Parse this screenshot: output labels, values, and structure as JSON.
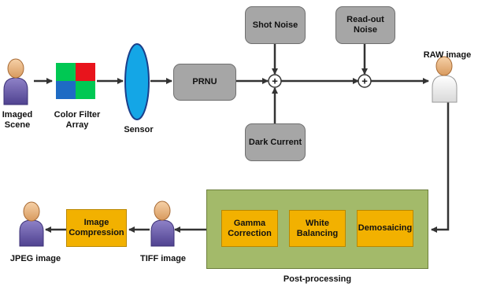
{
  "nodes": {
    "imaged_scene": "Imaged\nScene",
    "color_filter_array": "Color Filter\nArray",
    "sensor": "Sensor",
    "prnu": "PRNU",
    "shot_noise": "Shot Noise",
    "dark_current": "Dark Current",
    "readout_noise": "Read-out\nNoise",
    "raw_image": "RAW image",
    "gamma_correction": "Gamma\nCorrection",
    "white_balancing": "White\nBalancing",
    "demosaicing": "Demosaicing",
    "tiff_image": "TIFF image",
    "image_compression": "Image\nCompression",
    "jpeg_image": "JPEG image",
    "post_processing": "Post-processing",
    "plus_symbol": "+"
  },
  "colors": {
    "cfa": [
      "#00c853",
      "#e8141c",
      "#1e6bc4",
      "#00c853"
    ],
    "sensor_fill": "#14a6e6",
    "arrow": "#3a3a3a"
  }
}
